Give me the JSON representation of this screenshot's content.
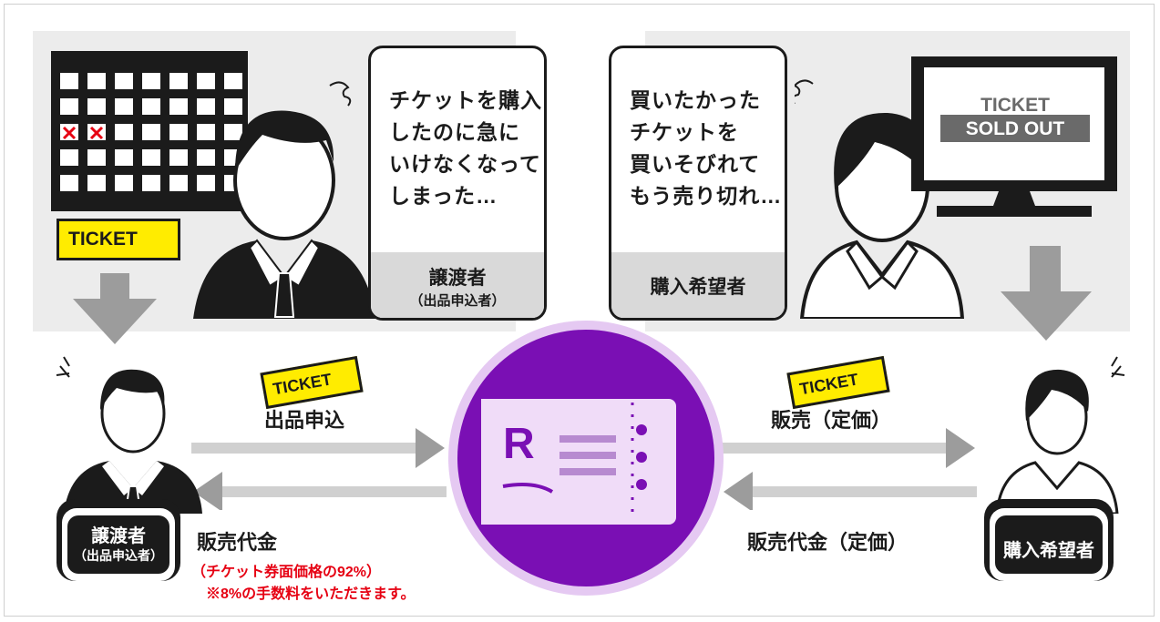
{
  "left_bubble": {
    "lines": [
      "チケットを購入",
      "したのに急に",
      "いけなくなって",
      "しまった…"
    ],
    "role": "譲渡者",
    "role_sub": "（出品申込者）"
  },
  "right_bubble": {
    "lines": [
      "買いたかった",
      "チケットを",
      "買いそびれて",
      "もう売り切れ…"
    ],
    "role": "購入希望者"
  },
  "monitor": {
    "line1": "TICKET",
    "line2": "SOLD OUT"
  },
  "ticket_word": "TICKET",
  "flow_left": {
    "top_label": "出品申込",
    "bottom_label": "販売代金",
    "note1": "（チケット券面価格の92%）",
    "note2": "※8%の手数料をいただきます。"
  },
  "flow_right": {
    "top_label": "販売（定価）",
    "bottom_label": "販売代金（定価）"
  },
  "left_person": {
    "label": "譲渡者",
    "label_sub": "（出品申込者）"
  },
  "right_person": {
    "label": "購入希望者"
  },
  "center_logo": {
    "letter": "R"
  },
  "colors": {
    "purple": "#7a0fb4",
    "ticket_yellow": "#ffec00",
    "note_red": "#e60012"
  }
}
